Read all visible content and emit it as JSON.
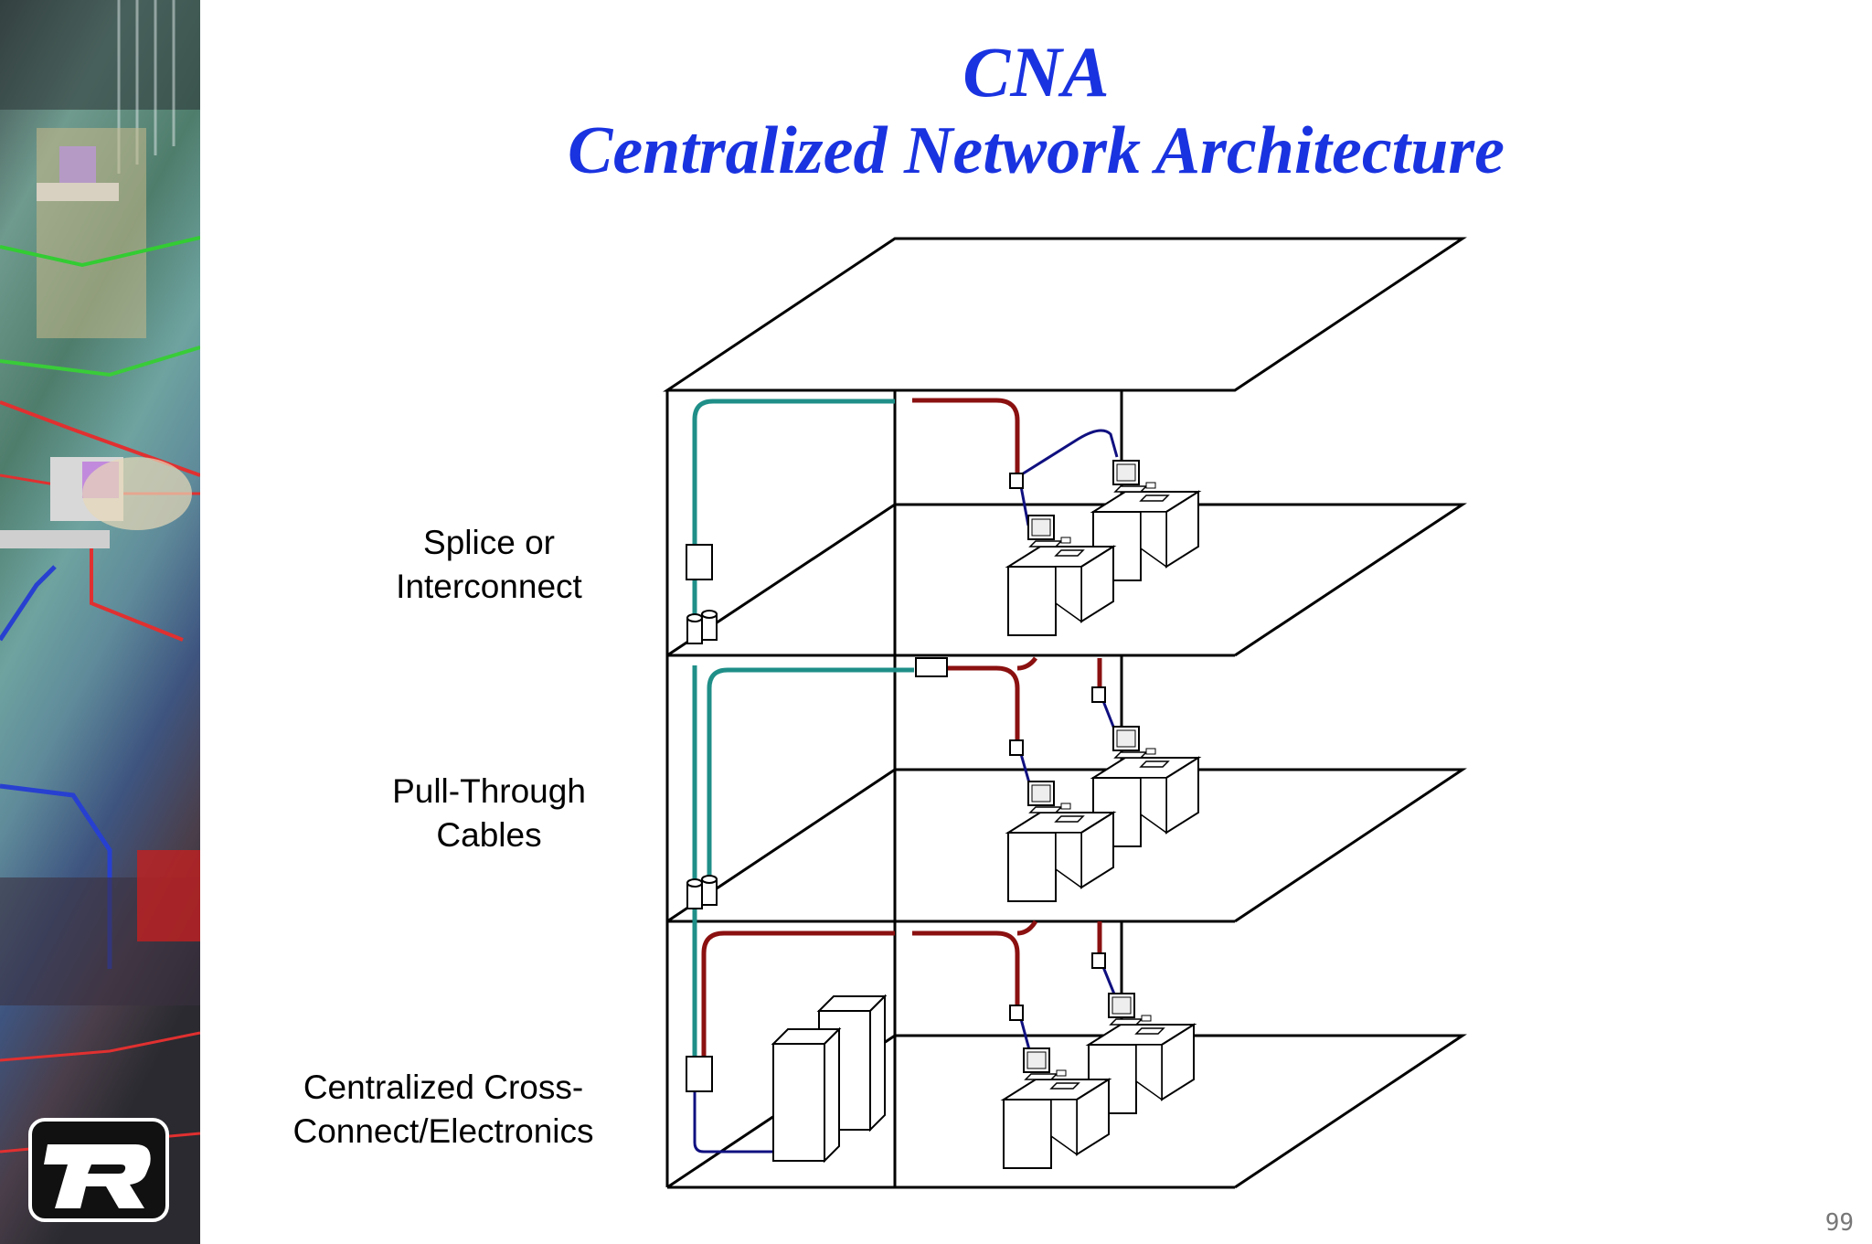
{
  "title": {
    "line1": "CNA",
    "line2": "Centralized Network Architecture"
  },
  "labels": {
    "splice": [
      "Splice or",
      "Interconnect"
    ],
    "pull_through": [
      "Pull-Through",
      "Cables"
    ],
    "cross_connect": [
      "Centralized Cross-",
      "Connect/Electronics"
    ]
  },
  "page_number": "99",
  "colors": {
    "title": "#1a33e0",
    "fiber_teal": "#1f8f88",
    "copper_red": "#8b1010",
    "navy": "#101080"
  }
}
